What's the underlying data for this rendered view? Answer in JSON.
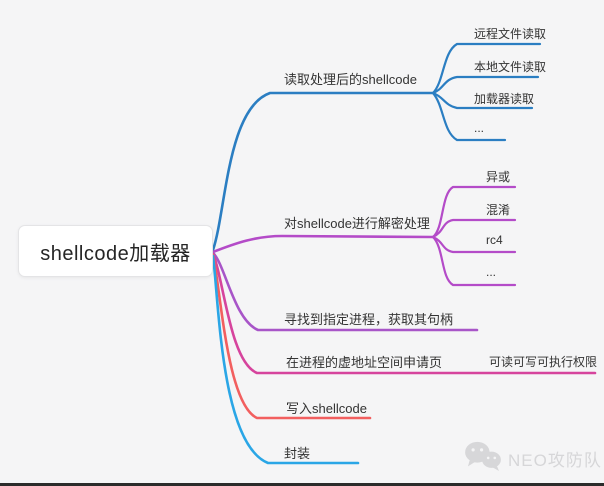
{
  "background_color": "#f5f5f6",
  "root": {
    "label": "shellcode加载器"
  },
  "branches": [
    {
      "label": "读取处理后的shellcode",
      "color": "#2b7ec2",
      "children": [
        "远程文件读取",
        "本地文件读取",
        "加载器读取",
        "..."
      ]
    },
    {
      "label": "对shellcode进行解密处理",
      "color": "#b44bc8",
      "children": [
        "异或",
        "混淆",
        "rc4",
        "..."
      ]
    },
    {
      "label": "寻找到指定进程，获取其句柄",
      "color": "#a855c8",
      "children": []
    },
    {
      "label": "在进程的虚地址空间申请页",
      "color": "#d6449d",
      "children": [
        "可读可写可执行权限"
      ]
    },
    {
      "label": "写入shellcode",
      "color": "#f25f5f",
      "children": []
    },
    {
      "label": "封装",
      "color": "#2aa6e6",
      "children": []
    }
  ],
  "watermark": {
    "icon": "wechat-icon",
    "label": "NEO攻防队",
    "color": "#d6d6d8"
  }
}
